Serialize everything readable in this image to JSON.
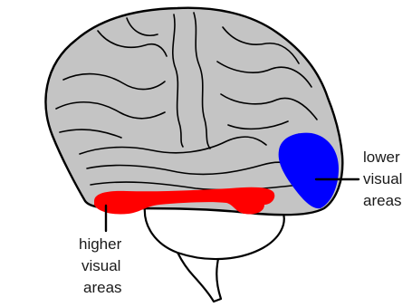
{
  "colors": {
    "brain_fill": "#c4c4c4",
    "outline": "#000000",
    "higher_areas": "#ff0000",
    "lower_areas": "#0000ff",
    "background": "#ffffff",
    "text": "#1a1a1a"
  },
  "labels": {
    "lower": {
      "line1": "lower",
      "line2": "visual",
      "line3": "areas"
    },
    "higher": {
      "line1": "higher",
      "line2": "visual",
      "line3": "areas"
    }
  }
}
